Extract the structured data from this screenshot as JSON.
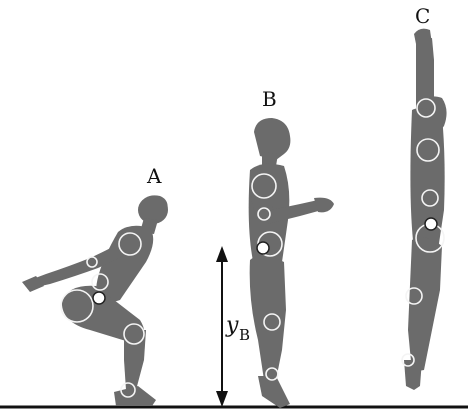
{
  "figure": {
    "poses": [
      {
        "id": "A",
        "label": "A"
      },
      {
        "id": "B",
        "label": "B"
      },
      {
        "id": "C",
        "label": "C"
      }
    ],
    "height_label": {
      "symbol": "y",
      "subscript": "B"
    },
    "colors": {
      "body": "#6b6b6b",
      "joint_outline": "#f4f4f4",
      "center_of_mass": "#ffffff",
      "ground": "#111111"
    }
  }
}
